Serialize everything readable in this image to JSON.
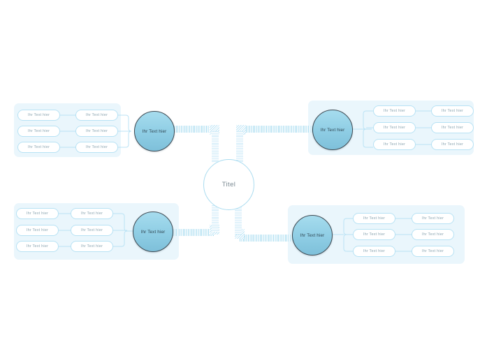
{
  "diagram": {
    "type": "mind-map",
    "title": "Titel",
    "colors": {
      "panel_background": "#eaf6fc",
      "pill_border": "#b7e2f4",
      "pill_background": "#ffffff",
      "pill_text": "#8aa4b0",
      "branch_circle_top": "#a6dcee",
      "branch_circle_bottom": "#7ec0da",
      "branch_circle_border": "#3f4a52",
      "center_circle_border": "#aadcf0",
      "center_text": "#7b8a93",
      "ribbon_stripe": "#a8dcf0",
      "canvas_background": "#ffffff"
    },
    "center": {
      "label": "Titel"
    },
    "branches": [
      {
        "id": "top-left",
        "circle_label": "Ihr Text hier",
        "rows": [
          {
            "inner": "Ihr Text hier",
            "outer": "Ihr Text hier"
          },
          {
            "inner": "Ihr Text hier",
            "outer": "Ihr Text hier"
          },
          {
            "inner": "Ihr Text hier",
            "outer": "Ihr Text hier"
          }
        ]
      },
      {
        "id": "top-right",
        "circle_label": "Ihr Text hier",
        "rows": [
          {
            "inner": "Ihr Text hier",
            "outer": "Ihr Text hier"
          },
          {
            "inner": "Ihr Text hier",
            "outer": "Ihr Text hier"
          },
          {
            "inner": "Ihr Text hier",
            "outer": "Ihr Text hier"
          }
        ]
      },
      {
        "id": "bottom-left",
        "circle_label": "Ihr Text hier",
        "rows": [
          {
            "inner": "Ihr Text hier",
            "outer": "Ihr Text hier"
          },
          {
            "inner": "Ihr Text hier",
            "outer": "Ihr Text hier"
          },
          {
            "inner": "Ihr Text hier",
            "outer": "Ihr Text hier"
          }
        ]
      },
      {
        "id": "bottom-right",
        "circle_label": "Ihr Text hier",
        "rows": [
          {
            "inner": "Ihr Text hier",
            "outer": "Ihr Text hier"
          },
          {
            "inner": "Ihr Text hier",
            "outer": "Ihr Text hier"
          },
          {
            "inner": "Ihr Text hier",
            "outer": "Ihr Text hier"
          }
        ]
      }
    ]
  }
}
